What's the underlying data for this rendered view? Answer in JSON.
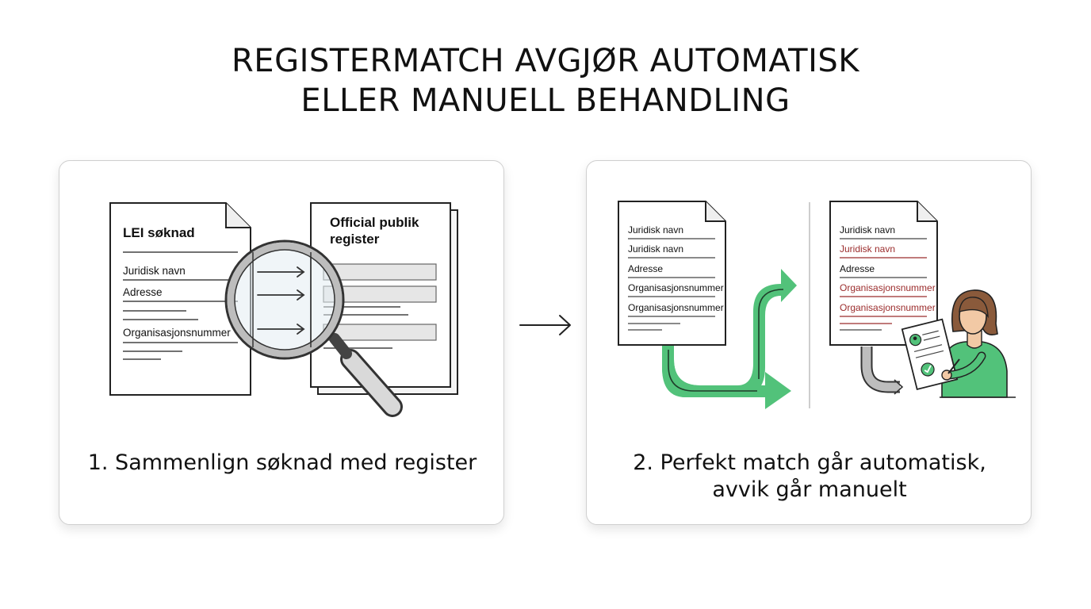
{
  "title": {
    "line1": "REGISTERMATCH AVGJØR AUTOMATISK",
    "line2": "ELLER MANUELL BEHANDLING"
  },
  "panel1": {
    "caption": "1. Sammenlign søknad med register",
    "application_doc": {
      "heading": "LEI søknad",
      "fields": [
        "Juridisk navn",
        "Adresse",
        "Organisasjonsnummer"
      ]
    },
    "register_doc": {
      "heading_line1": "Official publik",
      "heading_line2": "register"
    },
    "icons": [
      "magnifier-icon",
      "arrow-right-icon"
    ]
  },
  "panel2": {
    "caption_line1": "2. Perfekt match går automatisk,",
    "caption_line2": "avvik går manuelt",
    "match_doc": {
      "fields": [
        "Juridisk navn",
        "Juridisk navn",
        "Adresse",
        "Organisasjonsnummer",
        "Organisasjonsnummer"
      ]
    },
    "mismatch_doc": {
      "fields": [
        "Juridisk navn",
        "Juridisk navn",
        "Adresse",
        "Organisasjonsnummer",
        "Organisasjonsnummer"
      ]
    },
    "icons": [
      "split-route-arrow-icon",
      "reviewer-person-icon",
      "checkmark-icon"
    ]
  },
  "colors": {
    "accent_green": "#52c27a",
    "mismatch_red": "#9b2c2c",
    "text": "#111111",
    "border": "#cfcfcf"
  }
}
